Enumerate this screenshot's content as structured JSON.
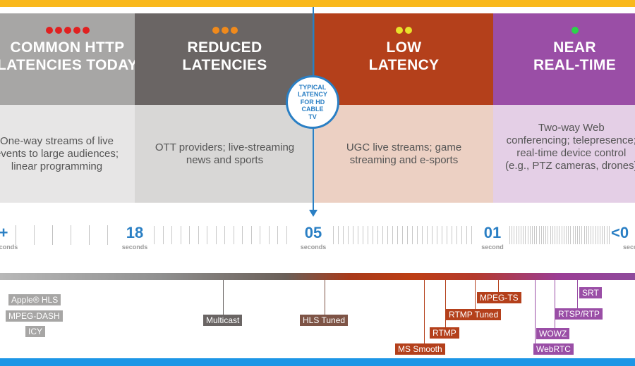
{
  "colors": {
    "top_bar": "#f9b81b",
    "bottom_bar": "#1d96e6",
    "accent_blue": "#2a7fc4",
    "common": "#a7a6a5",
    "reduced": "#6a6564",
    "low": "#b4401b",
    "near": "#9a4ea6"
  },
  "columns": [
    {
      "title": "COMMON HTTP\nLATENCIES TODAY",
      "dots": 5,
      "dot_color": "#e02020",
      "description": "One-way streams of live\nevents to large audiences;\nlinear programming"
    },
    {
      "title": "REDUCED\nLATENCIES",
      "dots": 3,
      "dot_color": "#f08a1c",
      "description": "OTT providers; live-streaming\nnews and sports"
    },
    {
      "title": "LOW\nLATENCY",
      "dots": 2,
      "dot_color": "#e8e22a",
      "description": "UGC live streams; game\nstreaming and e-sports"
    },
    {
      "title": "NEAR\nREAL-TIME",
      "dots": 1,
      "dot_color": "#2bd34a",
      "description": "Two-way Web\nconferencing; telepresence;\nreal-time device control\n(e.g., PTZ cameras, drones)"
    }
  ],
  "typical_marker": "TYPICAL\nLATENCY\nFOR HD\nCABLE\nTV",
  "timeline": {
    "labels": [
      {
        "num": "+",
        "unit": "seconds"
      },
      {
        "num": "18",
        "unit": "seconds"
      },
      {
        "num": "05",
        "unit": "seconds"
      },
      {
        "num": "01",
        "unit": "second"
      },
      {
        "num": "<0",
        "unit": "seconds"
      }
    ]
  },
  "protocols": [
    {
      "label": "Apple® HLS",
      "color": "#a7a6a5"
    },
    {
      "label": "MPEG-DASH",
      "color": "#a7a6a5"
    },
    {
      "label": "ICY",
      "color": "#a7a6a5"
    },
    {
      "label": "Multicast",
      "color": "#6a6564"
    },
    {
      "label": "HLS Tuned",
      "color": "#7e5446"
    },
    {
      "label": "MS Smooth",
      "color": "#b4401b"
    },
    {
      "label": "RTMP",
      "color": "#b4401b"
    },
    {
      "label": "RTMP Tuned",
      "color": "#b4401b"
    },
    {
      "label": "MPEG-TS",
      "color": "#b4401b"
    },
    {
      "label": "WOWZ",
      "color": "#9a4ea6"
    },
    {
      "label": "WebRTC",
      "color": "#9a4ea6"
    },
    {
      "label": "RTSP/RTP",
      "color": "#9a4ea6"
    },
    {
      "label": "SRT",
      "color": "#9a4ea6"
    }
  ]
}
